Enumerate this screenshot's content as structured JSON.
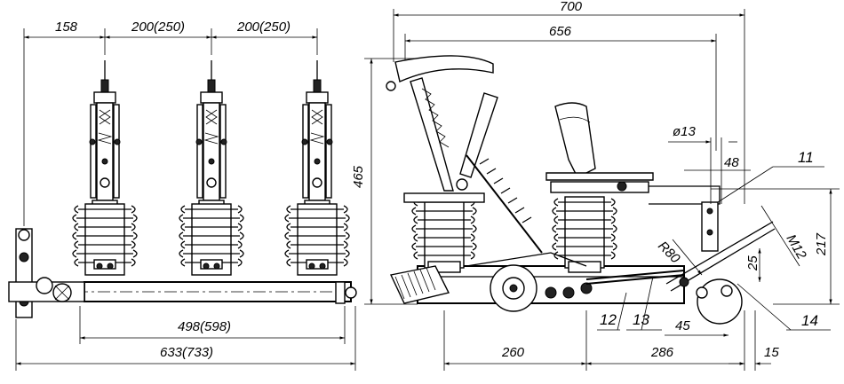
{
  "front_view": {
    "dims": {
      "d158": "158",
      "d200a": "200(250)",
      "d200b": "200(250)",
      "d498": "498(598)",
      "d633": "633(733)"
    }
  },
  "side_view": {
    "dims": {
      "d700": "700",
      "d656": "656",
      "d465": "465",
      "d13": "ø13",
      "d48": "48",
      "d217": "217",
      "r80": "R80",
      "m12": "M12",
      "d25": "25",
      "d45": "45",
      "d260": "260",
      "d286": "286",
      "d15": "15"
    },
    "labels": {
      "p11": "11",
      "p12": "12",
      "p13": "13",
      "p14": "14"
    }
  }
}
